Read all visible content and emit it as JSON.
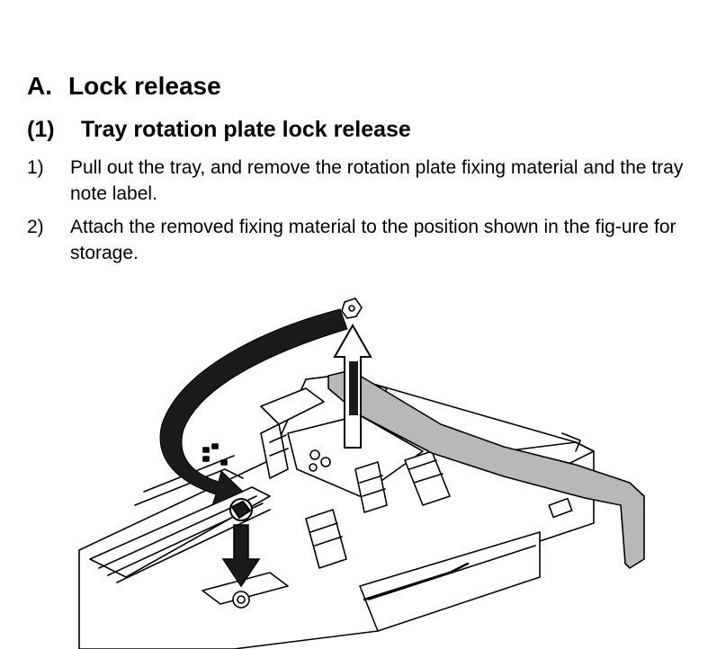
{
  "section": {
    "number": "A.",
    "title": "Lock release"
  },
  "subsection": {
    "number": "(1)",
    "title": "Tray rotation plate lock release"
  },
  "steps": [
    {
      "number": "1)",
      "text": "Pull out the tray, and remove the rotation plate fixing material and the tray note label."
    },
    {
      "number": "2)",
      "text": "Attach the removed fixing material to the position shown in the fig-ure for storage."
    }
  ],
  "figure": {
    "icon": "tray-illustration"
  }
}
